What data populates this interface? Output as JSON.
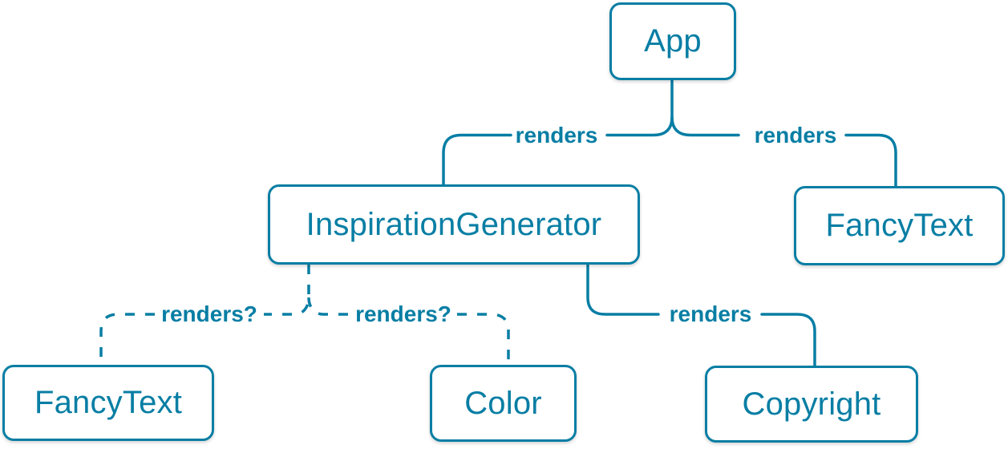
{
  "diagram": {
    "colors": {
      "accent": "#087ea4",
      "node_background": "#ffffff"
    },
    "nodes": [
      {
        "id": "app",
        "label": "App"
      },
      {
        "id": "inspiration-generator",
        "label": "InspirationGenerator"
      },
      {
        "id": "fancy-text-top",
        "label": "FancyText"
      },
      {
        "id": "fancy-text-bottom",
        "label": "FancyText"
      },
      {
        "id": "color",
        "label": "Color"
      },
      {
        "id": "copyright",
        "label": "Copyright"
      }
    ],
    "edges": [
      {
        "from": "App",
        "to": "InspirationGenerator",
        "label": "renders",
        "style": "solid"
      },
      {
        "from": "App",
        "to": "FancyText",
        "label": "renders",
        "style": "solid"
      },
      {
        "from": "InspirationGenerator",
        "to": "FancyText",
        "label": "renders?",
        "style": "dashed"
      },
      {
        "from": "InspirationGenerator",
        "to": "Color",
        "label": "renders?",
        "style": "dashed"
      },
      {
        "from": "InspirationGenerator",
        "to": "Copyright",
        "label": "renders",
        "style": "solid"
      }
    ]
  }
}
